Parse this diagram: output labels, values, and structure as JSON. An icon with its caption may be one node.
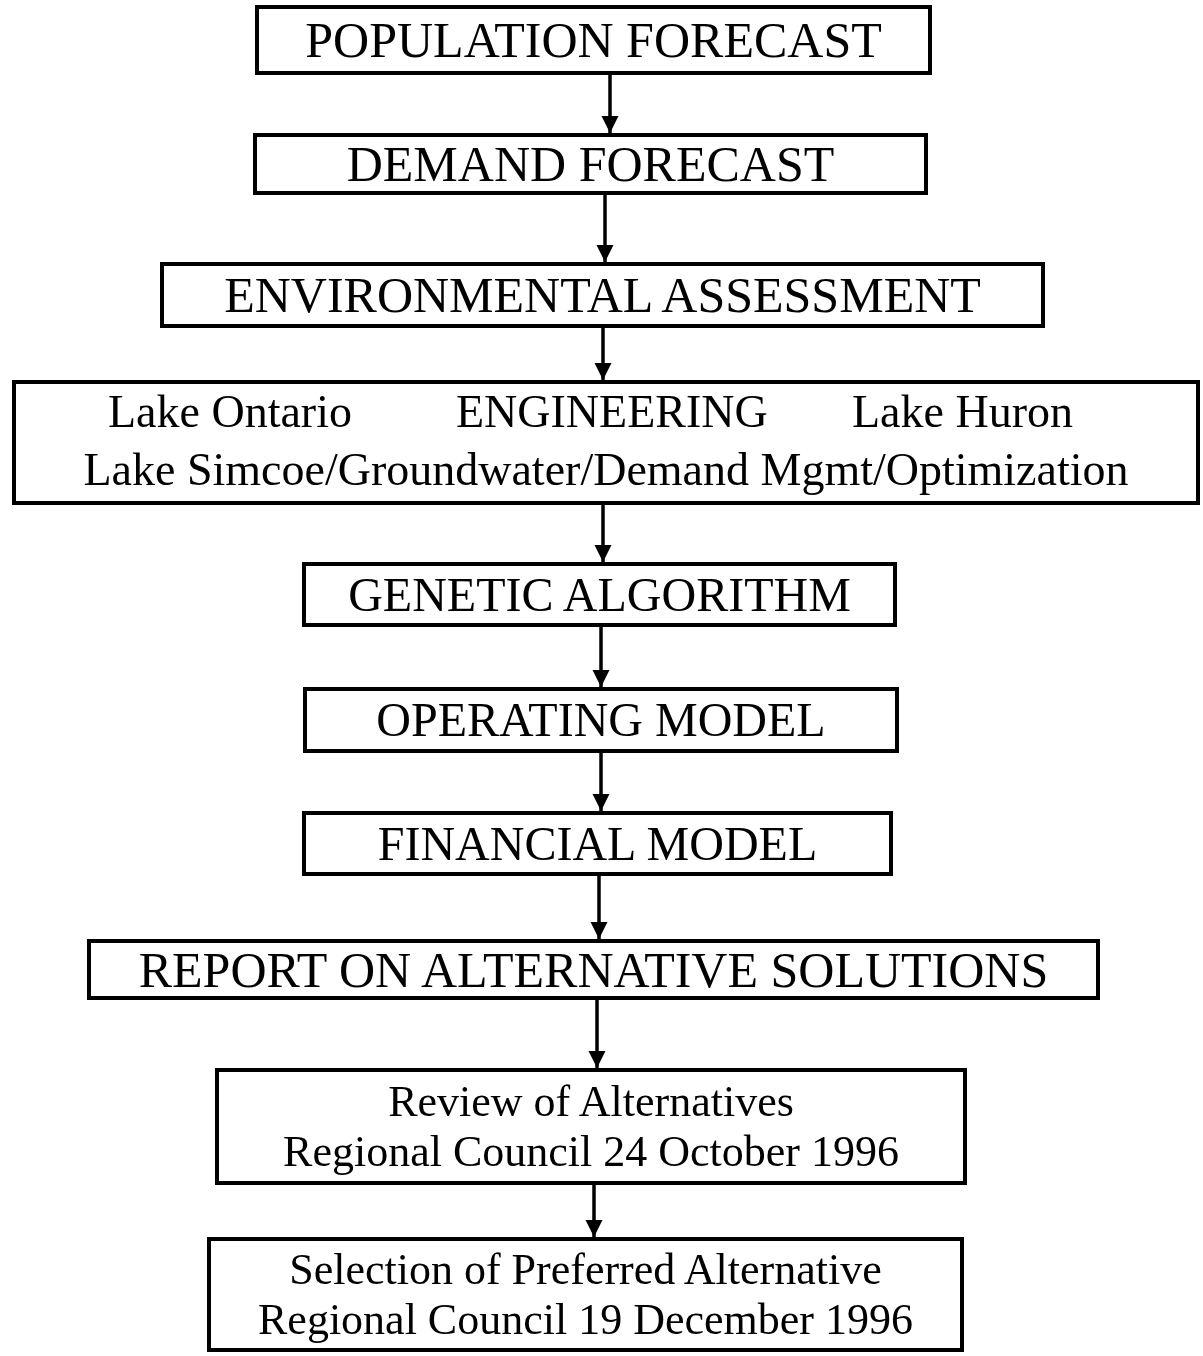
{
  "diagram": {
    "nodes": [
      {
        "text": [
          "POPULATION FORECAST"
        ]
      },
      {
        "text": [
          "DEMAND FORECAST"
        ]
      },
      {
        "text": [
          "ENVIRONMENTAL ASSESSMENT"
        ]
      },
      {
        "text": [
          "Lake Ontario",
          "ENGINEERING",
          "Lake Huron",
          "Lake Simcoe/Groundwater/Demand Mgmt/Optimization"
        ]
      },
      {
        "text": [
          "GENETIC ALGORITHM"
        ]
      },
      {
        "text": [
          "OPERATING MODEL"
        ]
      },
      {
        "text": [
          "FINANCIAL MODEL"
        ]
      },
      {
        "text": [
          "REPORT ON ALTERNATIVE SOLUTIONS"
        ]
      },
      {
        "text": [
          "Review of Alternatives",
          "Regional Council  24 October 1996"
        ]
      },
      {
        "text": [
          "Selection of Preferred Alternative",
          "Regional Council  19 December 1996"
        ]
      }
    ],
    "edges": [
      {
        "from": 0,
        "to": 1,
        "arrow": "to"
      },
      {
        "from": 1,
        "to": 2,
        "arrow": "to"
      },
      {
        "from": 2,
        "to": 3,
        "arrow": "to"
      },
      {
        "from": 3,
        "to": 4,
        "arrow": "to"
      },
      {
        "from": 4,
        "to": 5,
        "arrow": "to"
      },
      {
        "from": 5,
        "to": 6,
        "arrow": "to"
      },
      {
        "from": 6,
        "to": 7,
        "arrow": "to"
      },
      {
        "from": 7,
        "to": 8,
        "arrow": "to"
      },
      {
        "from": 8,
        "to": 9,
        "arrow": "to"
      }
    ]
  }
}
